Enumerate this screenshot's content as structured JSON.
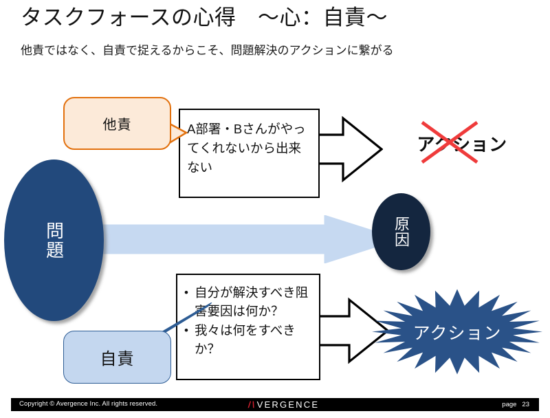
{
  "slide": {
    "title": "タスクフォースの心得　〜心：自責〜",
    "subtitle": "他責ではなく、自責で捉えるからこそ、問題解決のアクションに繋がる"
  },
  "diagram": {
    "problem_ellipse": {
      "label": "問題",
      "color": "#22497c"
    },
    "cause_ellipse": {
      "label": "原因",
      "color": "#14263f"
    },
    "cause_arrow": {
      "color": "#c6d9f1"
    },
    "other_blame_bubble": {
      "label": "他責",
      "fill": "#fcead9",
      "border": "#e2700d"
    },
    "self_blame_bubble": {
      "label": "自責",
      "fill": "#c4d7ef",
      "border": "#2d5c94"
    },
    "excuse_box": {
      "text": "A部署・Bさんがやってくれないから出来ない"
    },
    "question_box": {
      "bullets": [
        "自分が解決すべき阻害要因は何か？",
        "我々は何をすべきか？"
      ]
    },
    "action_crossed": {
      "label": "アクション",
      "cross_color": "#ef3b3b"
    },
    "action_burst": {
      "label": "アクション",
      "color": "#2a5288"
    }
  },
  "footer": {
    "copyright": "Copyright © Avergence Inc. All rights reserved.",
    "logo_a": "/\\",
    "logo_rest": "VERGENCE",
    "page_label": "page",
    "page_number": "23"
  }
}
